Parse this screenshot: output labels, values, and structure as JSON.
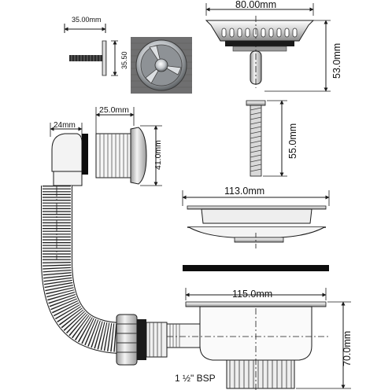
{
  "dimensions": {
    "strainer_stem_width": "35.00mm",
    "strainer_stem_height": "35.50",
    "basket_width": "80.00mm",
    "basket_height": "53.0mm",
    "bolt_length": "55.0mm",
    "overflow_depth": "24mm",
    "overflow_nut_depth": "25.0mm",
    "overflow_diameter": "41.0mm",
    "flange_width": "113.0mm",
    "body_width": "115.0mm",
    "body_height": "70.0mm",
    "thread_size": "1 ½\" BSP"
  },
  "colors": {
    "line": "#1a1a1a",
    "metal_light": "#f2f2f2",
    "metal_mid": "#c8c8c8",
    "metal_dark": "#7a7a7a",
    "gasket": "#0d0d0d",
    "photo_bg": "#6f6f70"
  }
}
